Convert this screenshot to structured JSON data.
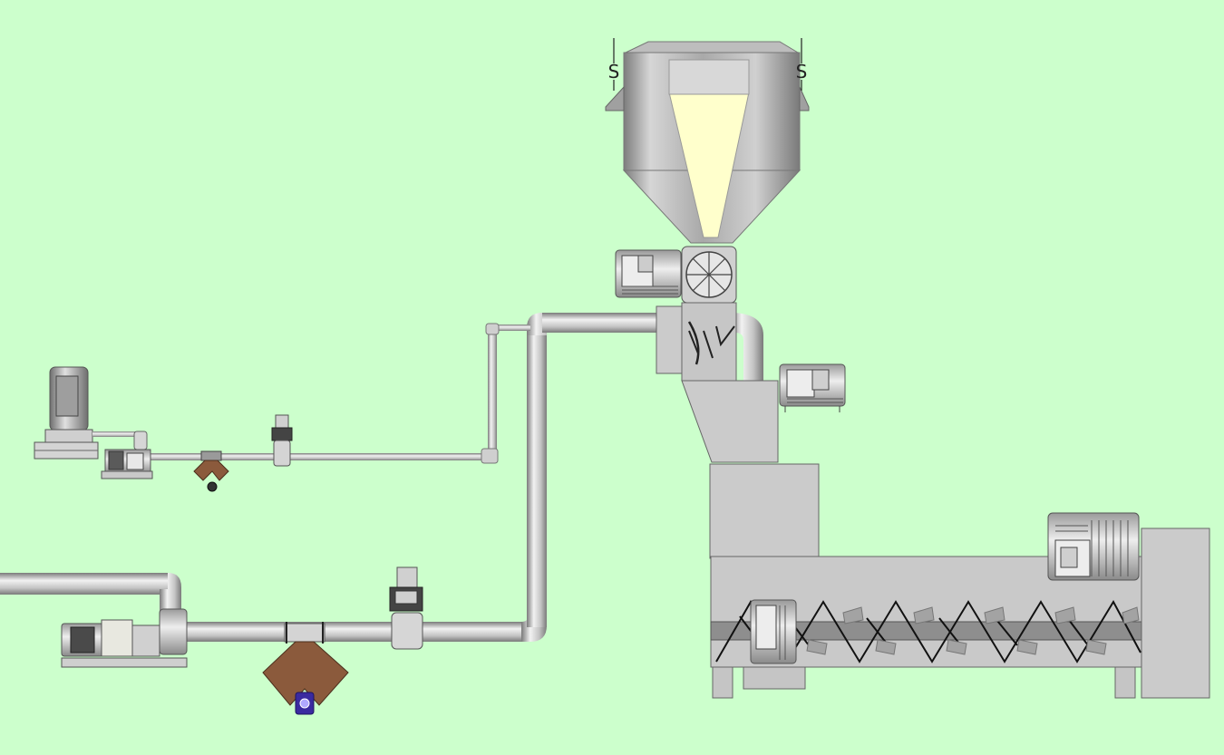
{
  "colors": {
    "background": "#ccffcc",
    "equipment": "#c8c8c8",
    "equipment_dark": "#8a8a8a",
    "outline": "#555555",
    "pipe_light": "#f0f0f0",
    "pipe_mid": "#b8b8b8",
    "pipe_dark": "#7a7a7a",
    "hopper_fill": "#ffffcc",
    "flowmeter_brown": "#8b5a3c",
    "flowmeter_sensor": "#3a2aa0",
    "screw_line": "#111111"
  },
  "hopper": {
    "level_switch_left_label": "S",
    "level_switch_right_label": "S"
  },
  "equipment": [
    "feed-hopper",
    "rotary-valve",
    "rotary-valve-motor",
    "transition-chute",
    "side-motor",
    "dosing-tank",
    "small-dosing-pump",
    "small-flowmeter",
    "small-control-valve",
    "main-pump",
    "main-flowmeter",
    "main-control-valve",
    "mixer-trough",
    "mixer-screw",
    "mixer-drive-motor",
    "mixer-gearbox"
  ]
}
